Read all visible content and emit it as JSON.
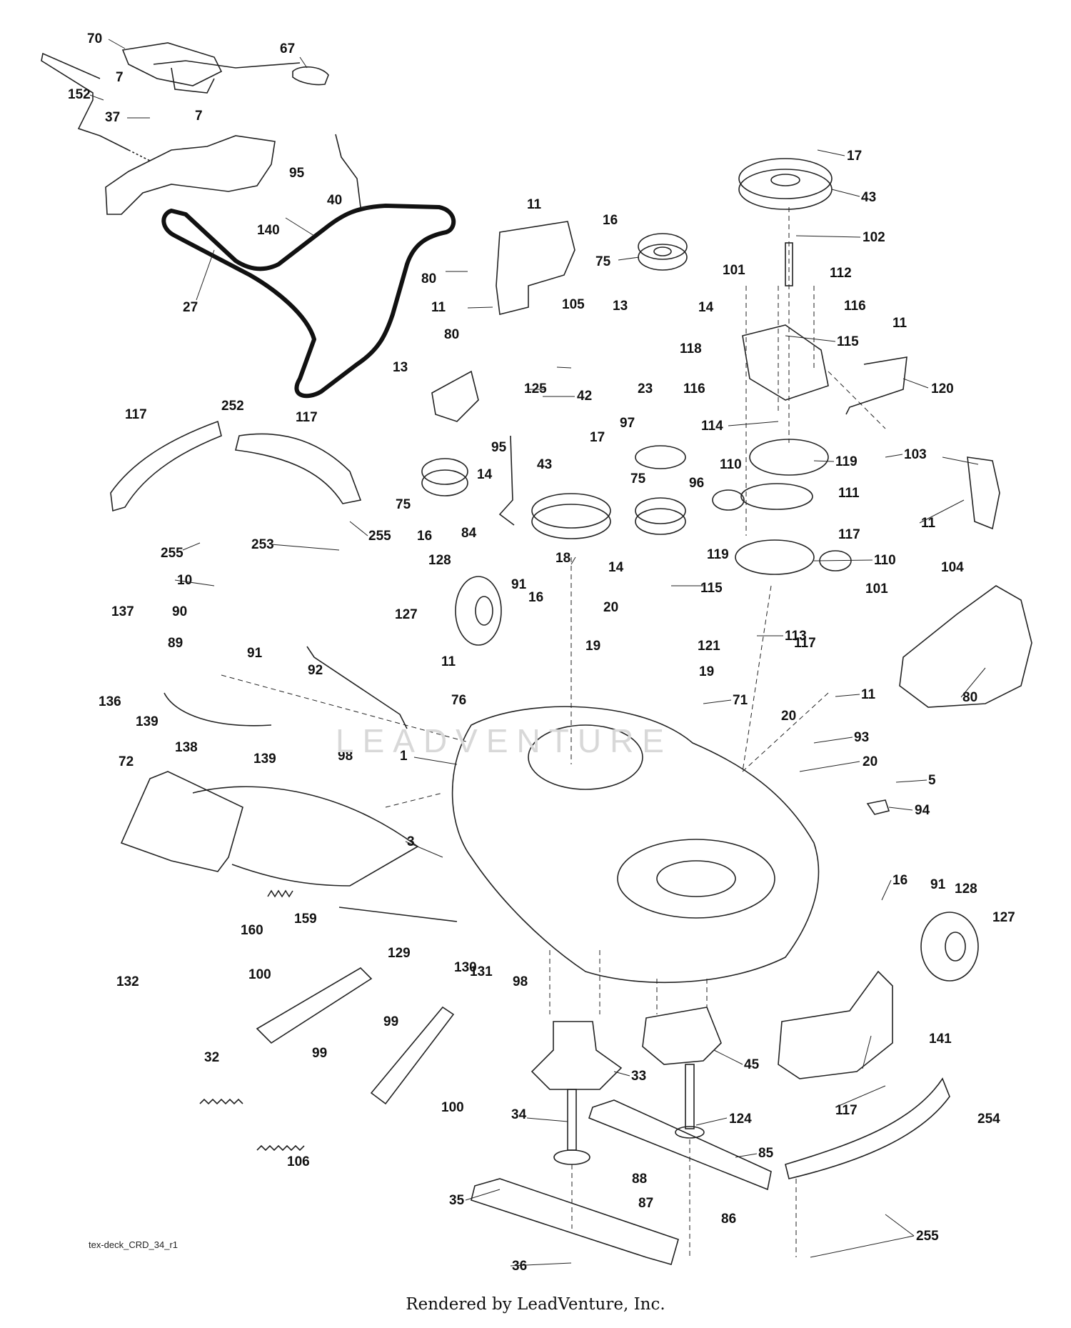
{
  "diagram_code": "tex-deck_CRD_34_r1",
  "credit": "Rendered by LeadVenture, Inc.",
  "watermark": "LEADVENTURE",
  "callouts": [
    {
      "id": "c01",
      "label": "70"
    },
    {
      "id": "c02",
      "label": "67"
    },
    {
      "id": "c03",
      "label": "7"
    },
    {
      "id": "c04",
      "label": "152"
    },
    {
      "id": "c05",
      "label": "37"
    },
    {
      "id": "c06",
      "label": "7"
    },
    {
      "id": "c07",
      "label": "95"
    },
    {
      "id": "c08",
      "label": "40"
    },
    {
      "id": "c09",
      "label": "140"
    },
    {
      "id": "c10",
      "label": "27"
    },
    {
      "id": "c11",
      "label": "11"
    },
    {
      "id": "c12",
      "label": "80"
    },
    {
      "id": "c13",
      "label": "105"
    },
    {
      "id": "c14",
      "label": "11"
    },
    {
      "id": "c15",
      "label": "80"
    },
    {
      "id": "c16",
      "label": "16"
    },
    {
      "id": "c17",
      "label": "75"
    },
    {
      "id": "c18",
      "label": "14"
    },
    {
      "id": "c19",
      "label": "13"
    },
    {
      "id": "c20",
      "label": "17"
    },
    {
      "id": "c21",
      "label": "43"
    },
    {
      "id": "c22",
      "label": "102"
    },
    {
      "id": "c23",
      "label": "101"
    },
    {
      "id": "c24",
      "label": "112"
    },
    {
      "id": "c25",
      "label": "116"
    },
    {
      "id": "c26",
      "label": "118"
    },
    {
      "id": "c27",
      "label": "115"
    },
    {
      "id": "c28",
      "label": "11"
    },
    {
      "id": "c29",
      "label": "116"
    },
    {
      "id": "c30",
      "label": "120"
    },
    {
      "id": "c31",
      "label": "114"
    },
    {
      "id": "c32",
      "label": "13"
    },
    {
      "id": "c33",
      "label": "125"
    },
    {
      "id": "c34",
      "label": "42"
    },
    {
      "id": "c35",
      "label": "95"
    },
    {
      "id": "c36",
      "label": "23"
    },
    {
      "id": "c37",
      "label": "97"
    },
    {
      "id": "c38",
      "label": "17"
    },
    {
      "id": "c39",
      "label": "117"
    },
    {
      "id": "c40",
      "label": "252"
    },
    {
      "id": "c41",
      "label": "117"
    },
    {
      "id": "c42",
      "label": "14"
    },
    {
      "id": "c43",
      "label": "75"
    },
    {
      "id": "c44",
      "label": "16"
    },
    {
      "id": "c45",
      "label": "84"
    },
    {
      "id": "c46",
      "label": "43"
    },
    {
      "id": "c47",
      "label": "75"
    },
    {
      "id": "c48",
      "label": "96"
    },
    {
      "id": "c49",
      "label": "110"
    },
    {
      "id": "c50",
      "label": "119"
    },
    {
      "id": "c51",
      "label": "111"
    },
    {
      "id": "c52",
      "label": "103"
    },
    {
      "id": "c53",
      "label": "255"
    },
    {
      "id": "c54",
      "label": "253"
    },
    {
      "id": "c55",
      "label": "255"
    },
    {
      "id": "c56",
      "label": "14"
    },
    {
      "id": "c57",
      "label": "11"
    },
    {
      "id": "c58",
      "label": "117"
    },
    {
      "id": "c59",
      "label": "119"
    },
    {
      "id": "c60",
      "label": "110"
    },
    {
      "id": "c61",
      "label": "104"
    },
    {
      "id": "c62",
      "label": "10"
    },
    {
      "id": "c63",
      "label": "128"
    },
    {
      "id": "c64",
      "label": "18"
    },
    {
      "id": "c65",
      "label": "91"
    },
    {
      "id": "c66",
      "label": "20"
    },
    {
      "id": "c67",
      "label": "115"
    },
    {
      "id": "c68",
      "label": "90"
    },
    {
      "id": "c69",
      "label": "127"
    },
    {
      "id": "c70",
      "label": "16"
    },
    {
      "id": "c71",
      "label": "137"
    },
    {
      "id": "c72",
      "label": "89"
    },
    {
      "id": "c73",
      "label": "91"
    },
    {
      "id": "c74",
      "label": "92"
    },
    {
      "id": "c75",
      "label": "19"
    },
    {
      "id": "c76",
      "label": "121"
    },
    {
      "id": "c77",
      "label": "113"
    },
    {
      "id": "c78",
      "label": "101"
    },
    {
      "id": "c79",
      "label": "11"
    },
    {
      "id": "c80",
      "label": "19"
    },
    {
      "id": "c81",
      "label": "117"
    },
    {
      "id": "c82",
      "label": "80"
    },
    {
      "id": "c83",
      "label": "136"
    },
    {
      "id": "c84",
      "label": "76"
    },
    {
      "id": "c85",
      "label": "71"
    },
    {
      "id": "c86",
      "label": "11"
    },
    {
      "id": "c87",
      "label": "139"
    },
    {
      "id": "c88",
      "label": "20"
    },
    {
      "id": "c89",
      "label": "93"
    },
    {
      "id": "c90",
      "label": "138"
    },
    {
      "id": "c91",
      "label": "139"
    },
    {
      "id": "c92",
      "label": "72"
    },
    {
      "id": "c93",
      "label": "98"
    },
    {
      "id": "c94",
      "label": "1"
    },
    {
      "id": "c95",
      "label": "20"
    },
    {
      "id": "c96",
      "label": "5"
    },
    {
      "id": "c97",
      "label": "94"
    },
    {
      "id": "c98",
      "label": "3"
    },
    {
      "id": "c99",
      "label": "16"
    },
    {
      "id": "c100",
      "label": "91"
    },
    {
      "id": "c101",
      "label": "128"
    },
    {
      "id": "c102",
      "label": "127"
    },
    {
      "id": "c103",
      "label": "160"
    },
    {
      "id": "c104",
      "label": "159"
    },
    {
      "id": "c105",
      "label": "129"
    },
    {
      "id": "c106",
      "label": "130"
    },
    {
      "id": "c107",
      "label": "131"
    },
    {
      "id": "c108",
      "label": "98"
    },
    {
      "id": "c109",
      "label": "132"
    },
    {
      "id": "c110",
      "label": "100"
    },
    {
      "id": "c111",
      "label": "99"
    },
    {
      "id": "c112",
      "label": "99"
    },
    {
      "id": "c113",
      "label": "141"
    },
    {
      "id": "c114",
      "label": "45"
    },
    {
      "id": "c115",
      "label": "33"
    },
    {
      "id": "c116",
      "label": "32"
    },
    {
      "id": "c117",
      "label": "100"
    },
    {
      "id": "c118",
      "label": "117"
    },
    {
      "id": "c119",
      "label": "254"
    },
    {
      "id": "c120",
      "label": "34"
    },
    {
      "id": "c121",
      "label": "124"
    },
    {
      "id": "c122",
      "label": "106"
    },
    {
      "id": "c123",
      "label": "85"
    },
    {
      "id": "c124",
      "label": "88"
    },
    {
      "id": "c125",
      "label": "35"
    },
    {
      "id": "c126",
      "label": "87"
    },
    {
      "id": "c127",
      "label": "86"
    },
    {
      "id": "c128",
      "label": "255"
    },
    {
      "id": "c129",
      "label": "36"
    }
  ]
}
